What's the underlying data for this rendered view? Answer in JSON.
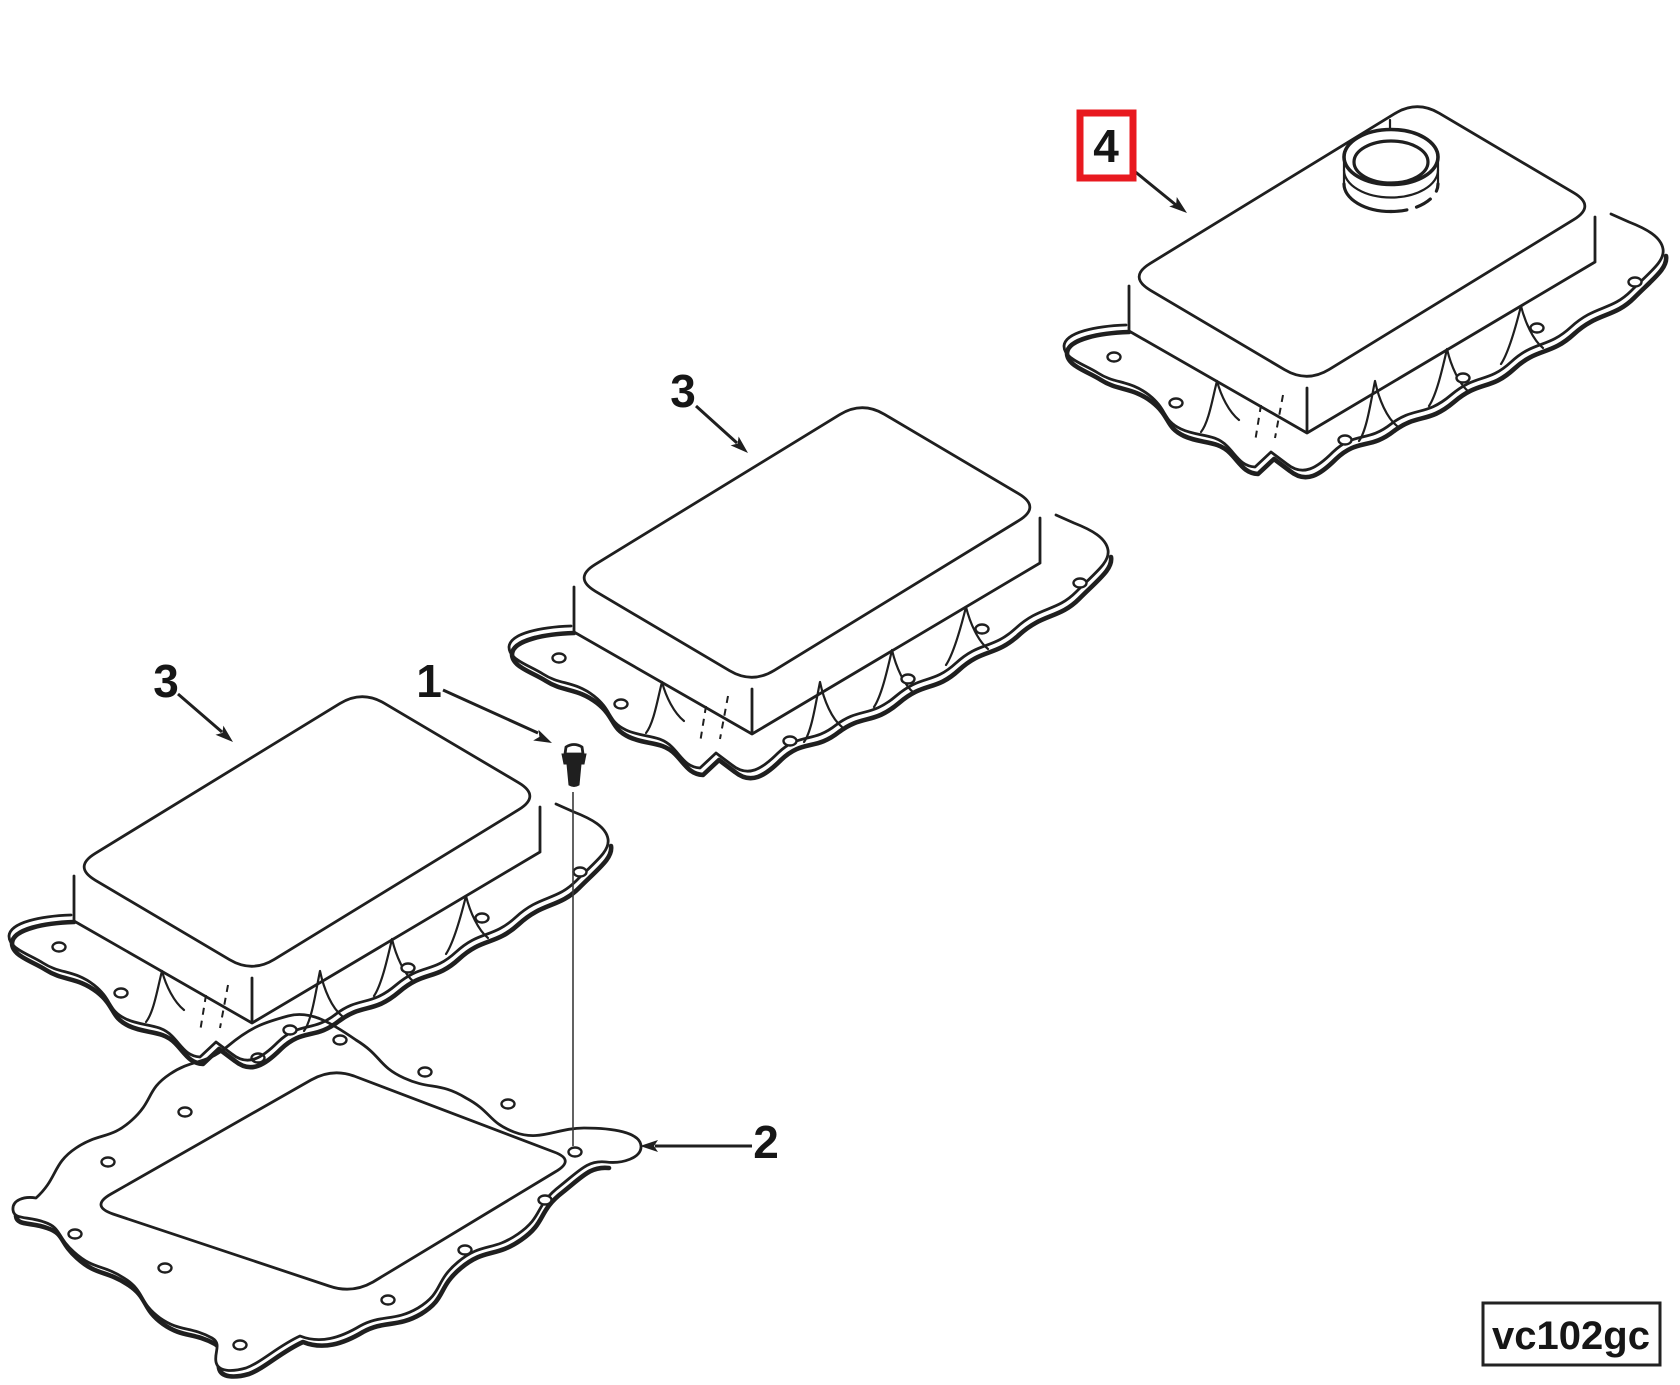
{
  "diagram": {
    "figure_code": "vc102gc",
    "colors": {
      "background": "#ffffff",
      "ink": "#1f1f1f",
      "highlight": "#e8191f"
    },
    "callouts": [
      {
        "label": "4",
        "highlighted": true
      },
      {
        "label": "3",
        "highlighted": false
      },
      {
        "label": "3",
        "highlighted": false
      },
      {
        "label": "1",
        "highlighted": false
      },
      {
        "label": "2",
        "highlighted": false
      }
    ]
  }
}
